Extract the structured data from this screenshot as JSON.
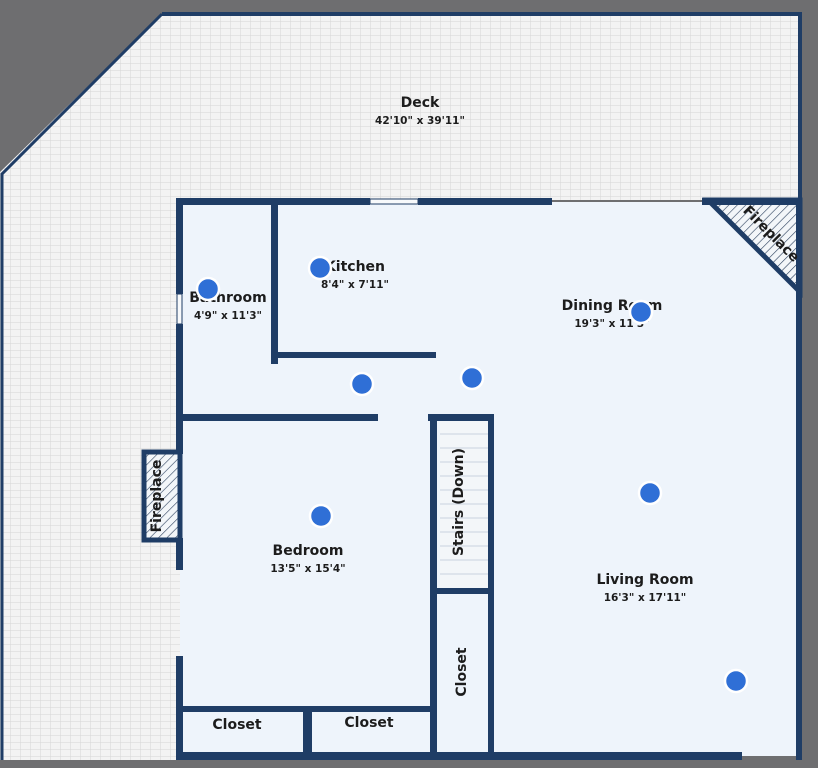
{
  "rooms": {
    "deck": {
      "name": "Deck",
      "dims": "42'10\" x 39'11\""
    },
    "kitchen": {
      "name": "Kitchen",
      "dims": "8'4\" x 7'11\""
    },
    "bathroom": {
      "name": "Bathroom",
      "dims": "4'9\" x 11'3\""
    },
    "dining": {
      "name": "Dining Room",
      "dims": "19'3\" x 11'3\""
    },
    "bedroom": {
      "name": "Bedroom",
      "dims": "13'5\" x 15'4\""
    },
    "living": {
      "name": "Living Room",
      "dims": "16'3\" x 17'11\""
    },
    "closet_left": {
      "name": "Closet"
    },
    "closet_mid": {
      "name": "Closet"
    },
    "closet_stair": {
      "name": "Closet"
    },
    "stairs": {
      "name": "Stairs (Down)"
    },
    "fireplace_left": {
      "name": "Fireplace"
    },
    "fireplace_right": {
      "name": "Fireplace"
    }
  },
  "colors": {
    "wall": "#1f3d66",
    "floor": "#eef4fb",
    "deck": "#f1f1f1",
    "marker": "#2f6fd6",
    "background": "#6e6e70"
  },
  "markers": [
    {
      "name": "marker-bathroom"
    },
    {
      "name": "marker-kitchen"
    },
    {
      "name": "marker-hall-1"
    },
    {
      "name": "marker-hall-2"
    },
    {
      "name": "marker-dining"
    },
    {
      "name": "marker-living-1"
    },
    {
      "name": "marker-bedroom"
    },
    {
      "name": "marker-living-2"
    }
  ]
}
